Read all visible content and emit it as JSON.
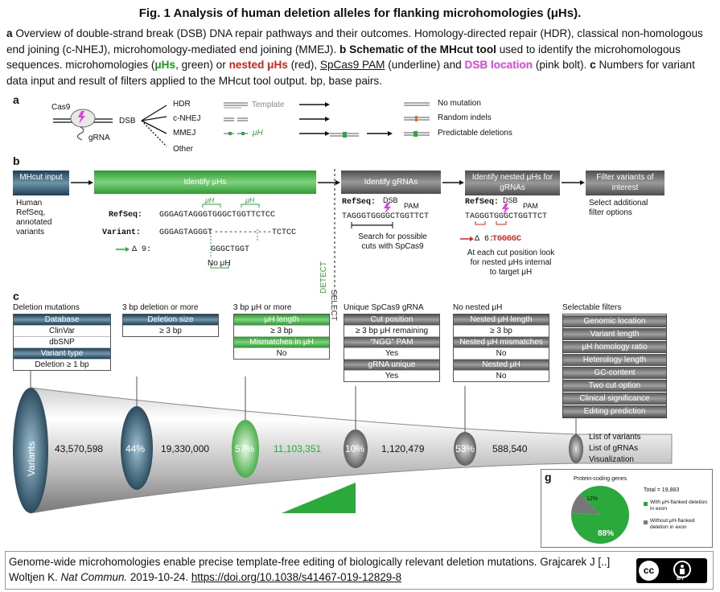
{
  "title": "Fig. 1 Analysis of human deletion alleles for flanking microhomologies (μHs).",
  "caption": {
    "a_label": "a",
    "a_text": "Overview of double-strand break (DSB) DNA repair pathways and their outcomes. Homology-directed repair (HDR), classical non-homologous end joining (c-NHEJ), microhomology-mediated end joining (MMEJ).",
    "b_label": "b",
    "b_bold": "Schematic of the MHcut tool",
    "b_text1": "used to identify the microhomologous sequences. microhomologies (",
    "b_green": "μHs",
    "b_text2": ", green) or",
    "b_red": "nested μHs",
    "b_text3": "(red),",
    "b_underline": "SpCas9 PAM",
    "b_text4": "(underline) and",
    "b_pink": "DSB location",
    "b_text5": "(pink bolt).",
    "c_label": "c",
    "c_text": "Numbers for variant data input and result of filters applied to the MHcut tool output. bp, base pairs."
  },
  "panel_a": {
    "letter": "a",
    "cas9": "Cas9",
    "grna": "gRNA",
    "dsb": "DSB",
    "paths": [
      "HDR",
      "c-NHEJ",
      "MMEJ",
      "Other"
    ],
    "template": "Template",
    "uh": "μH",
    "outcomes": [
      "No mutation",
      "Random indels",
      "Predictable deletions"
    ]
  },
  "panel_b": {
    "letter": "b",
    "steps": [
      "MHcut input",
      "Identify μHs",
      "Identify gRNAs",
      "Identify nested μHs for gRNAs",
      "Filter variants of interest"
    ],
    "input_desc": "Human RefSeq, annotated variants",
    "uh_label": "μH",
    "refseq_label": "RefSeq:",
    "refseq_seq": "GGGAGTAGGGTGGGCTGGTTCTCC",
    "variant_label": "Variant:",
    "variant_seq1": "GGGAGTAGGGT",
    "variant_seq2": "------------TCTCC",
    "delta9": "Δ 9:",
    "delta9_seq": "GGGCTGGT",
    "no_uh": "No μH",
    "detect": "DETECT",
    "select": "SELECT",
    "grna_refseq": "RefSeq:",
    "dsb": "DSB",
    "pam": "PAM",
    "grna_seq": "TAGGGTGGGGCTGGTTCT",
    "search_text": "Search for possible cuts with SpCas9",
    "nested_refseq": "RefSeq:",
    "nested_seq": "TAGGGTGGGCTGGTTCT",
    "delta6": "Δ 6:",
    "delta6_seq": "TGGGGC",
    "nested_text": "At each cut position look for nested μHs internal to target μH",
    "filter_text": "Select additional filter options"
  },
  "panel_c": {
    "letter": "c",
    "headers": [
      "Deletion mutations",
      "3 bp deletion or more",
      "3 bp μH or more",
      "Unique SpCas9 gRNA",
      "No nested μH",
      "Selectable filters"
    ],
    "t1": [
      "Database",
      "ClinVar",
      "dbSNP",
      "Variant type",
      "Deletion ≥ 1 bp"
    ],
    "t2": [
      "Deletion size",
      "≥ 3 bp"
    ],
    "t3": [
      "μH length",
      "≥ 3 bp",
      "Mismatches in μH",
      "No"
    ],
    "t4": [
      "Cut position",
      "≥ 3 bp μH remaining",
      "“NGG” PAM",
      "Yes",
      "gRNA unique",
      "Yes"
    ],
    "t5": [
      "Nested μH length",
      "≥ 3 bp",
      "Nested μH mismatches",
      "No",
      "Nested μH",
      "No"
    ],
    "t6": [
      "Genomic location",
      "Variant length",
      "μH homology ratio",
      "Heterology length",
      "GC-content",
      "Two cut option",
      "Clinical significance",
      "Editing prediction"
    ],
    "funnel_label": "Variants",
    "counts": [
      "43,570,598",
      "19,330,000",
      "11,103,351",
      "1,120,479",
      "588,540"
    ],
    "percents": [
      "44%",
      "57%",
      "10%",
      "53%"
    ],
    "outputs": [
      "List of variants",
      "List of gRNAs",
      "Visualization"
    ]
  },
  "panel_g": {
    "letter": "g",
    "title": "Protein-coding genes",
    "total": "Total = 19,883",
    "legend": [
      "With μH-flanked deletion in exon",
      "Without μH-flanked deletion in exon"
    ],
    "slices": [
      88,
      12
    ],
    "labels": [
      "88%",
      "12%"
    ],
    "colors": [
      "#2aaa3a",
      "#777777"
    ]
  },
  "footer": {
    "text1": "Genome-wide microhomologies enable precise template-free editing of biologically relevant deletion mutations. Grajcarek J [..]",
    "text2": "Woltjen K.",
    "journal": "Nat Commun.",
    "text3": "2019-10-24.",
    "doi": "https://doi.org/10.1038/s41467-019-12829-8",
    "cc": "cc",
    "by": "BY"
  }
}
